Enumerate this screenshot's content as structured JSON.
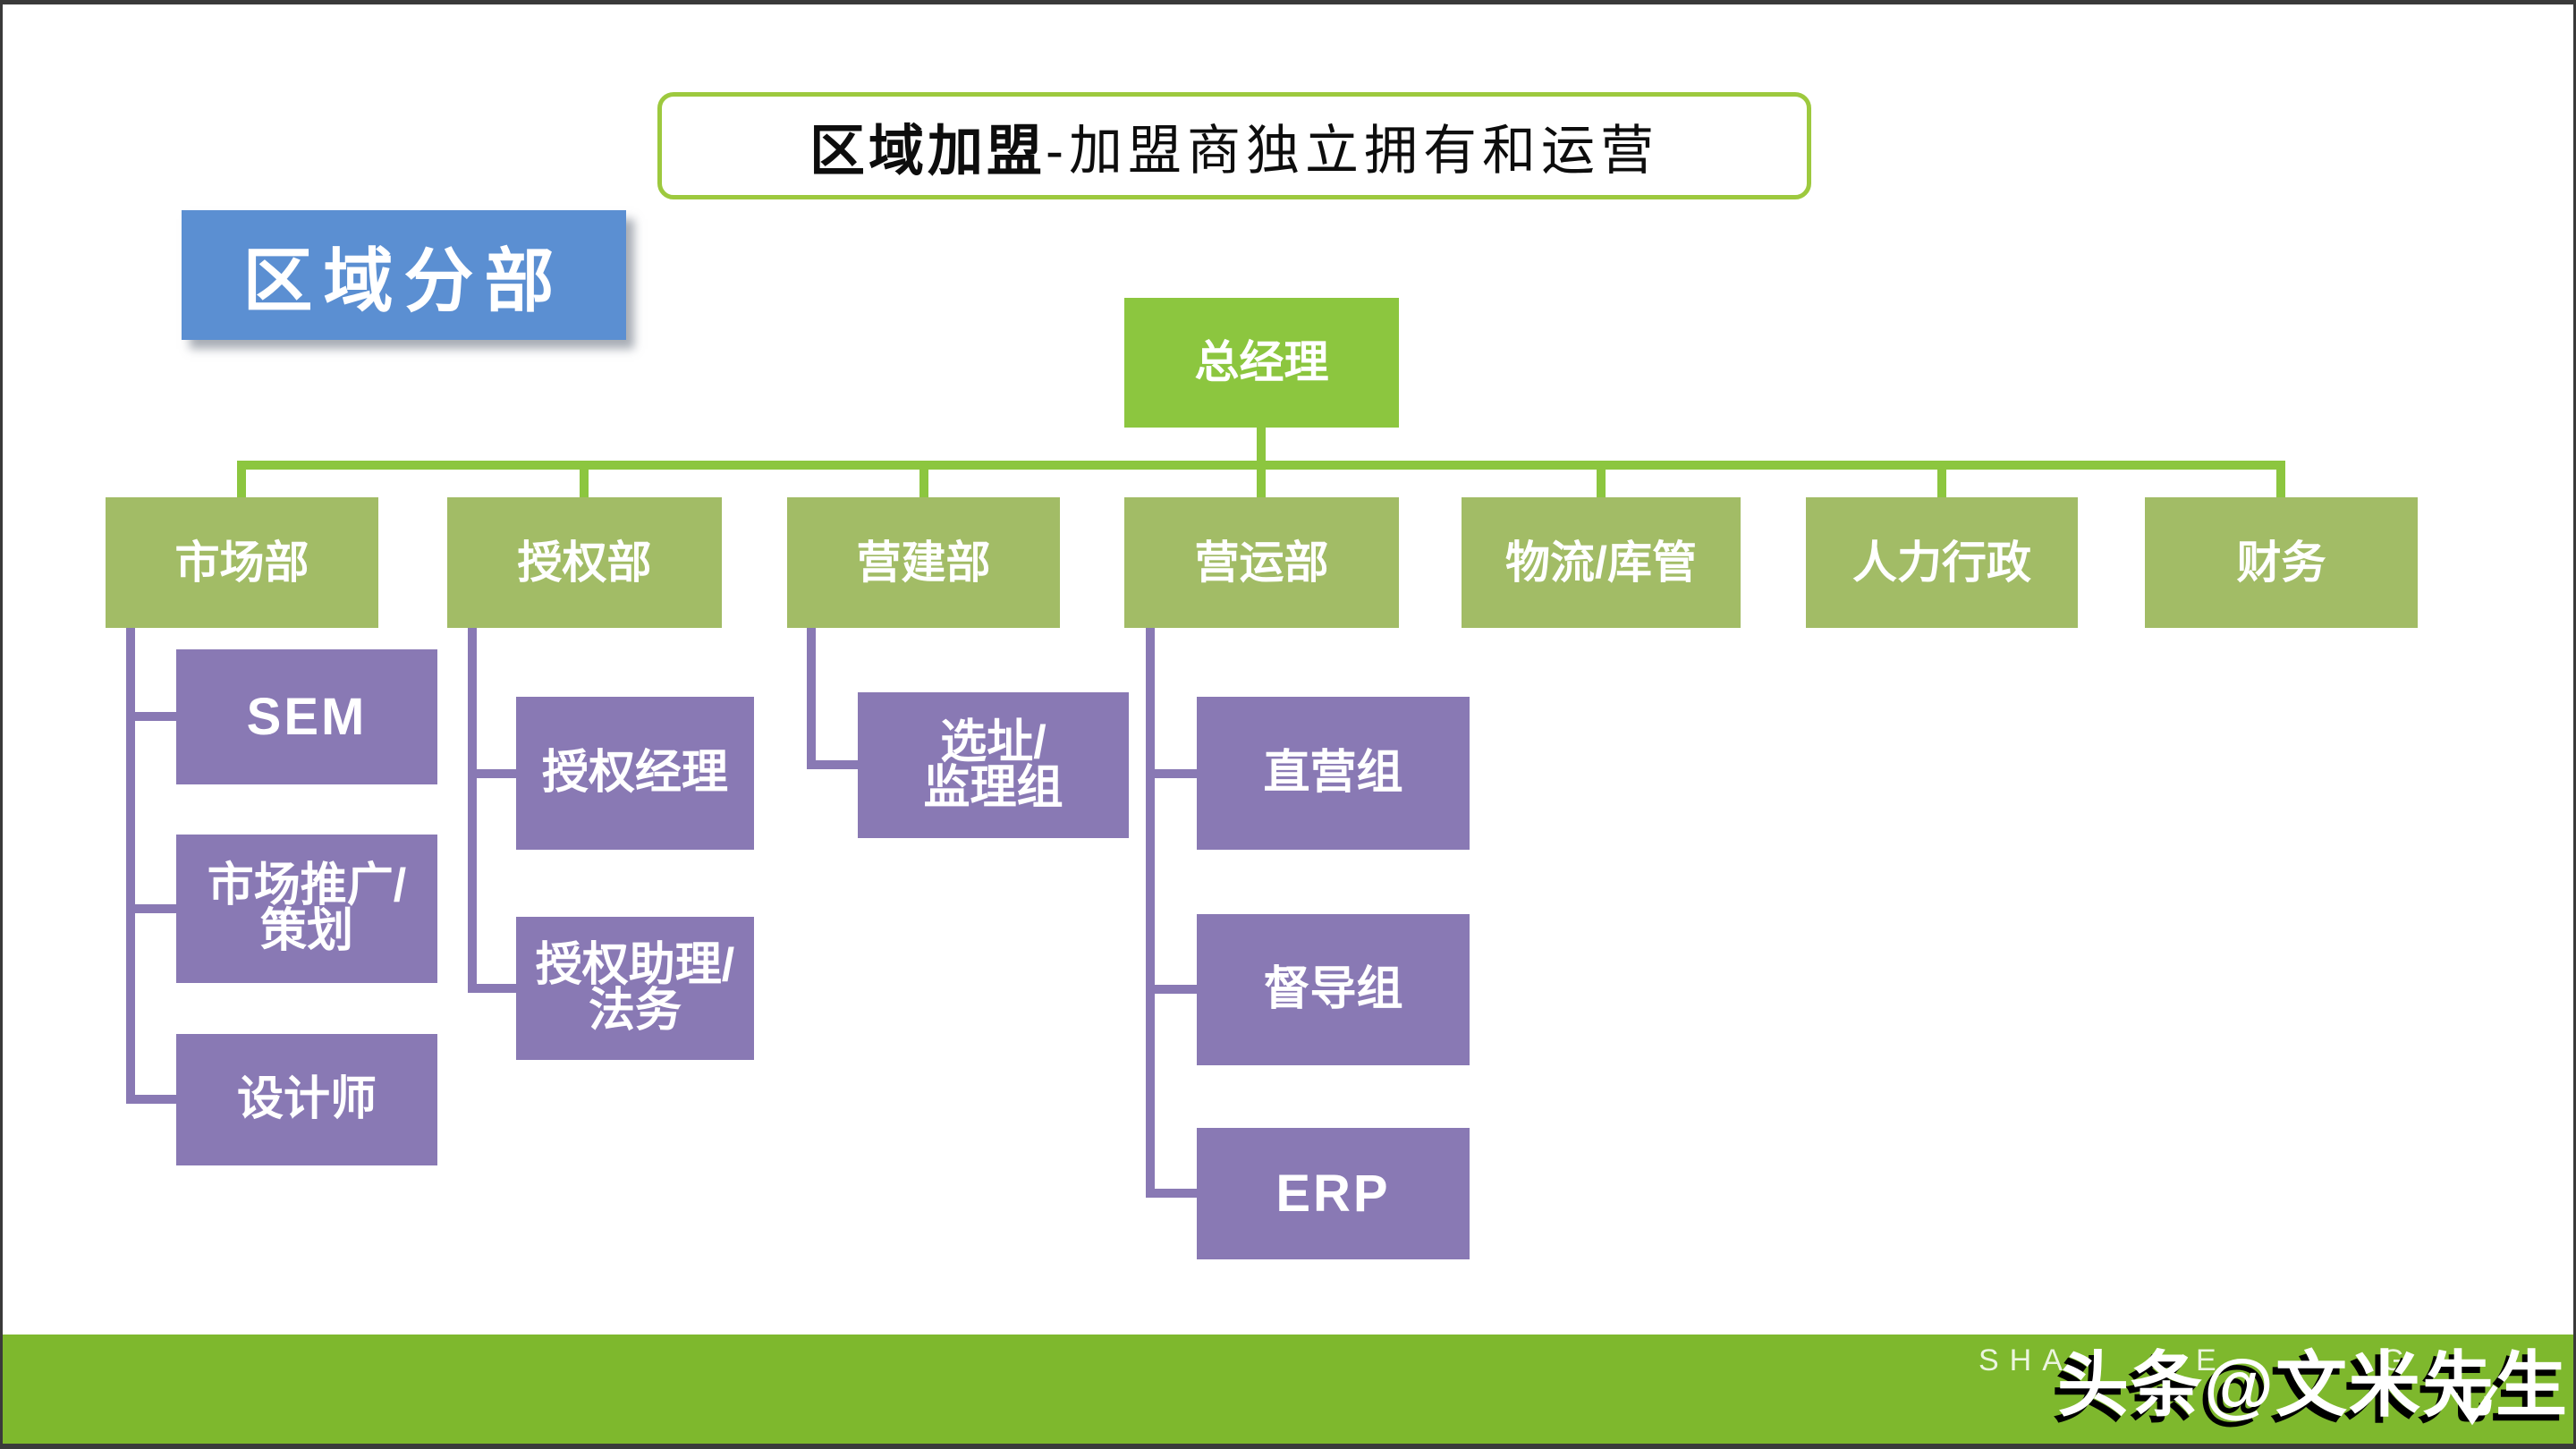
{
  "title": {
    "emphasis": "区域加盟",
    "rest": "-加盟商独立拥有和运营"
  },
  "badge": {
    "label": "区域分部"
  },
  "org": {
    "root": {
      "label": "总经理"
    },
    "departments": [
      {
        "label": "市场部"
      },
      {
        "label": "授权部"
      },
      {
        "label": "营建部"
      },
      {
        "label": "营运部"
      },
      {
        "label": "物流/库管"
      },
      {
        "label": "人力行政"
      },
      {
        "label": "财务"
      }
    ],
    "market_children": [
      {
        "label": "SEM"
      },
      {
        "line1": "市场推广/",
        "line2": "策划"
      },
      {
        "label": "设计师"
      }
    ],
    "authorize_children": [
      {
        "label": "授权经理"
      },
      {
        "line1": "授权助理/",
        "line2": "法务"
      }
    ],
    "construct_children": [
      {
        "line1": "选址/",
        "line2": "监理组"
      }
    ],
    "operate_children": [
      {
        "label": "直营组"
      },
      {
        "label": "督导组"
      },
      {
        "label": "ERP"
      }
    ]
  },
  "footer": {
    "watermark": "头条@文米先生",
    "template_letters": {
      "a": "SHA",
      "b": "E",
      "c": "G"
    }
  },
  "colors": {
    "root_green": "#8cc63f",
    "dept_green": "#a2bc66",
    "purple": "#8979b4",
    "badge_blue": "#5b8fd2",
    "footer_green": "#7eb82d",
    "title_border_green": "#9dc93e",
    "frame_dark": "#3a3a3a"
  }
}
